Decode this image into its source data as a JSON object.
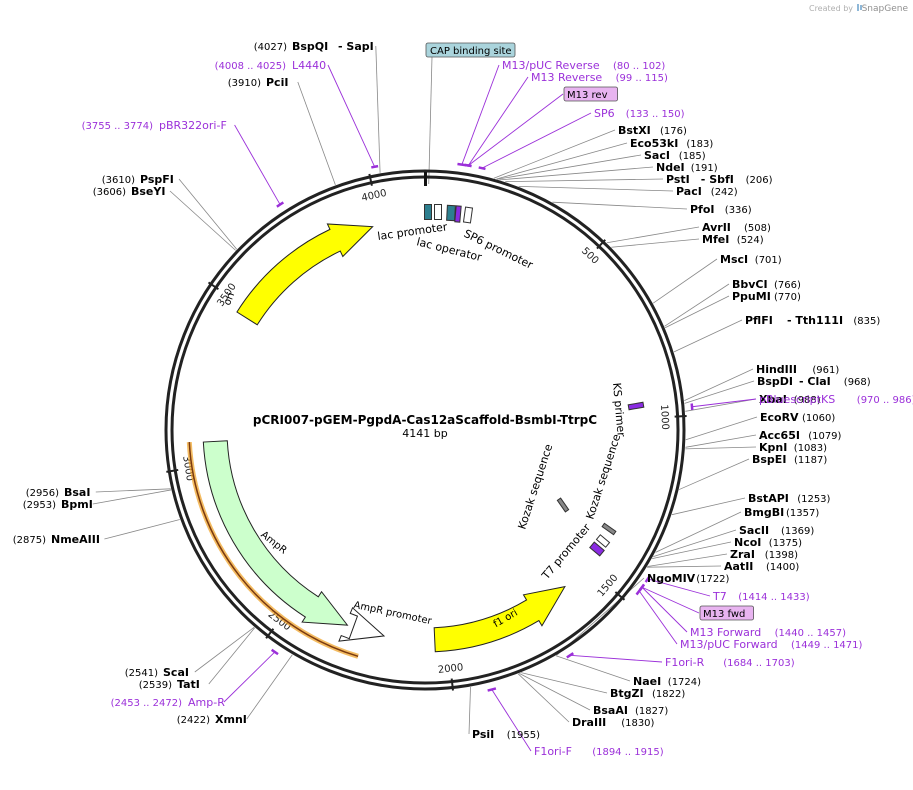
{
  "credit": {
    "prefix": "Created by",
    "brand": "SnapGene"
  },
  "plasmid": {
    "name": "pCRI007-pGEM-PgpdA-Cas12aScaffold-BsmbI-TtrpC",
    "size_label": "4141 bp",
    "length": 4141
  },
  "ticks": [
    {
      "pos": 500,
      "label": "500"
    },
    {
      "pos": 1000,
      "label": "1000"
    },
    {
      "pos": 1500,
      "label": "1500"
    },
    {
      "pos": 2000,
      "label": "2000"
    },
    {
      "pos": 2500,
      "label": "2500"
    },
    {
      "pos": 3000,
      "label": "3000"
    },
    {
      "pos": 3500,
      "label": "3500"
    },
    {
      "pos": 4000,
      "label": "4000"
    }
  ],
  "sites": [
    {
      "name": "BspQI",
      "extra": "SapI",
      "position": "4027",
      "side": "left",
      "pos": 4027
    },
    {
      "name": "PciI",
      "position": "3910",
      "side": "left",
      "pos": 3910
    },
    {
      "name": "PspFI",
      "position": "3610",
      "side": "left",
      "pos": 3610
    },
    {
      "name": "BseYI",
      "position": "3606",
      "side": "left",
      "pos": 3606
    },
    {
      "name": "BsaI",
      "position": "2956",
      "side": "left",
      "pos": 2956
    },
    {
      "name": "BpmI",
      "position": "2953",
      "side": "left",
      "pos": 2953
    },
    {
      "name": "NmeAIII",
      "position": "2875",
      "side": "left",
      "pos": 2875
    },
    {
      "name": "ScaI",
      "position": "2541",
      "side": "left",
      "pos": 2541
    },
    {
      "name": "TatI",
      "position": "2539",
      "side": "left",
      "pos": 2539
    },
    {
      "name": "XmnI",
      "position": "2422",
      "side": "left",
      "pos": 2422
    },
    {
      "name": "BstXI",
      "position": "176",
      "side": "right",
      "pos": 176
    },
    {
      "name": "Eco53kI",
      "position": "183",
      "side": "right",
      "pos": 183
    },
    {
      "name": "SacI",
      "position": "185",
      "side": "right",
      "pos": 185
    },
    {
      "name": "NdeI",
      "position": "191",
      "side": "right",
      "pos": 191
    },
    {
      "name": "PstI",
      "extra": "SbfI",
      "position": "206",
      "side": "right",
      "pos": 206
    },
    {
      "name": "PacI",
      "position": "242",
      "side": "right",
      "pos": 242
    },
    {
      "name": "PfoI",
      "position": "336",
      "side": "right",
      "pos": 336
    },
    {
      "name": "AvrII",
      "position": "508",
      "side": "right",
      "pos": 508
    },
    {
      "name": "MfeI",
      "position": "524",
      "side": "right",
      "pos": 524
    },
    {
      "name": "MscI",
      "position": "701",
      "side": "right",
      "pos": 701
    },
    {
      "name": "BbvCI",
      "position": "766",
      "side": "right",
      "pos": 766
    },
    {
      "name": "PpuMI",
      "position": "770",
      "side": "right",
      "pos": 770
    },
    {
      "name": "PflFI",
      "extra": "Tth111I",
      "position": "835",
      "side": "right",
      "pos": 835
    },
    {
      "name": "HindIII",
      "position": "961",
      "side": "right",
      "pos": 961
    },
    {
      "name": "BspDI",
      "extra": "ClaI",
      "position": "968",
      "side": "right",
      "pos": 968
    },
    {
      "name": "XbaI",
      "position": "988",
      "side": "right",
      "pos": 988
    },
    {
      "name": "EcoRV",
      "position": "1060",
      "side": "right",
      "pos": 1060
    },
    {
      "name": "Acc65I",
      "position": "1079",
      "side": "right",
      "pos": 1079
    },
    {
      "name": "KpnI",
      "position": "1083",
      "side": "right",
      "pos": 1083
    },
    {
      "name": "BspEI",
      "position": "1187",
      "side": "right",
      "pos": 1187
    },
    {
      "name": "BstAPI",
      "position": "1253",
      "side": "right",
      "pos": 1253
    },
    {
      "name": "BmgBI",
      "position": "1357",
      "side": "right",
      "pos": 1357
    },
    {
      "name": "SacII",
      "position": "1369",
      "side": "right",
      "pos": 1369
    },
    {
      "name": "NcoI",
      "position": "1375",
      "side": "right",
      "pos": 1375
    },
    {
      "name": "ZraI",
      "position": "1398",
      "side": "right",
      "pos": 1398
    },
    {
      "name": "AatII",
      "position": "1400",
      "side": "right",
      "pos": 1400
    },
    {
      "name": "NgoMIV",
      "position": "1722",
      "side": "right",
      "pos": 1722
    },
    {
      "name": "NaeI",
      "position": "1724",
      "side": "right",
      "pos": 1724
    },
    {
      "name": "BtgZI",
      "position": "1822",
      "side": "right",
      "pos": 1822
    },
    {
      "name": "BsaAI",
      "position": "1827",
      "side": "right",
      "pos": 1827
    },
    {
      "name": "DraIII",
      "position": "1830",
      "side": "right",
      "pos": 1830
    },
    {
      "name": "PsiI",
      "position": "1955",
      "side": "right",
      "pos": 1955
    }
  ],
  "primers": [
    {
      "name": "L4440",
      "range": "4008 .. 4025",
      "side": "left",
      "start": 4008,
      "end": 4025
    },
    {
      "name": "pBR322ori-F",
      "range": "3755 .. 3774",
      "side": "left",
      "start": 3755,
      "end": 3774
    },
    {
      "name": "Amp-R",
      "range": "2453 .. 2472",
      "side": "left",
      "start": 2453,
      "end": 2472
    },
    {
      "name": "M13/pUC Reverse",
      "range": "80 .. 102",
      "side": "right",
      "start": 80,
      "end": 102
    },
    {
      "name": "M13 Reverse",
      "range": "99 .. 115",
      "side": "right",
      "start": 99,
      "end": 115
    },
    {
      "name": "M13 rev",
      "range": "",
      "side": "right",
      "boxed": true,
      "start": 99,
      "end": 115
    },
    {
      "name": "SP6",
      "range": "133 .. 150",
      "side": "right",
      "start": 133,
      "end": 150
    },
    {
      "name": "pBluescriptKS",
      "range": "970 .. 986",
      "side": "right",
      "start": 970,
      "end": 986
    },
    {
      "name": "T7",
      "range": "1414 .. 1433",
      "side": "right",
      "start": 1414,
      "end": 1433
    },
    {
      "name": "M13 fwd",
      "range": "",
      "side": "right",
      "boxed": true,
      "start": 1440,
      "end": 1457
    },
    {
      "name": "M13 Forward",
      "range": "1440 .. 1457",
      "side": "right",
      "start": 1440,
      "end": 1457
    },
    {
      "name": "M13/pUC Forward",
      "range": "1449 .. 1471",
      "side": "right",
      "start": 1449,
      "end": 1471
    },
    {
      "name": "F1ori-R",
      "range": "1684 .. 1703",
      "side": "right",
      "start": 1684,
      "end": 1703
    },
    {
      "name": "F1ori-F",
      "range": "1894 .. 1915",
      "side": "right",
      "start": 1894,
      "end": 1915
    }
  ],
  "cap_site": {
    "label": "CAP binding site",
    "pos": 0
  },
  "features": [
    {
      "name": "ori",
      "start": 3475,
      "end": 3975,
      "direction": "forward",
      "color": "#ffff00",
      "label_inside": true
    },
    {
      "name": "AmpR",
      "start": 2320,
      "end": 3070,
      "direction": "reverse",
      "color": "#ccffcc",
      "label_inside": false
    },
    {
      "name": "AmpR promoter",
      "start": 2200,
      "end": 2300,
      "direction": "reverse",
      "color": "#ffffff",
      "label_inside": false
    },
    {
      "name": "f1 ori",
      "start": 1590,
      "end": 2040,
      "direction": "reverse",
      "color": "#ffff00",
      "label_inside": true
    }
  ],
  "orange_arc": {
    "start": 2260,
    "end": 3072,
    "color": "#f0a020"
  },
  "small_features": [
    {
      "name": "lac promoter",
      "pos": 4118,
      "color": "#2d7f8f"
    },
    {
      "name": "lac operator",
      "pos": 4135,
      "color": "#ffffff"
    },
    {
      "name": "SP6 promoter",
      "pos": 130,
      "color": "#ffffff"
    },
    {
      "name": "KS primer",
      "pos": 975,
      "color": "#8a2be2"
    },
    {
      "name": "Kozak sequence",
      "pos": 1150,
      "color": "#888888"
    },
    {
      "name": "Kozak sequence",
      "pos": 1255,
      "color": "#888888"
    },
    {
      "name": "T7 promoter",
      "pos": 1420,
      "color": "#ffffff"
    }
  ],
  "colors": {
    "site_text": "#000000",
    "primer_text": "#9b30d9",
    "backbone": "#222222",
    "cap_fill": "#aad4dc",
    "boxed_fill": "#e8b4f0"
  }
}
